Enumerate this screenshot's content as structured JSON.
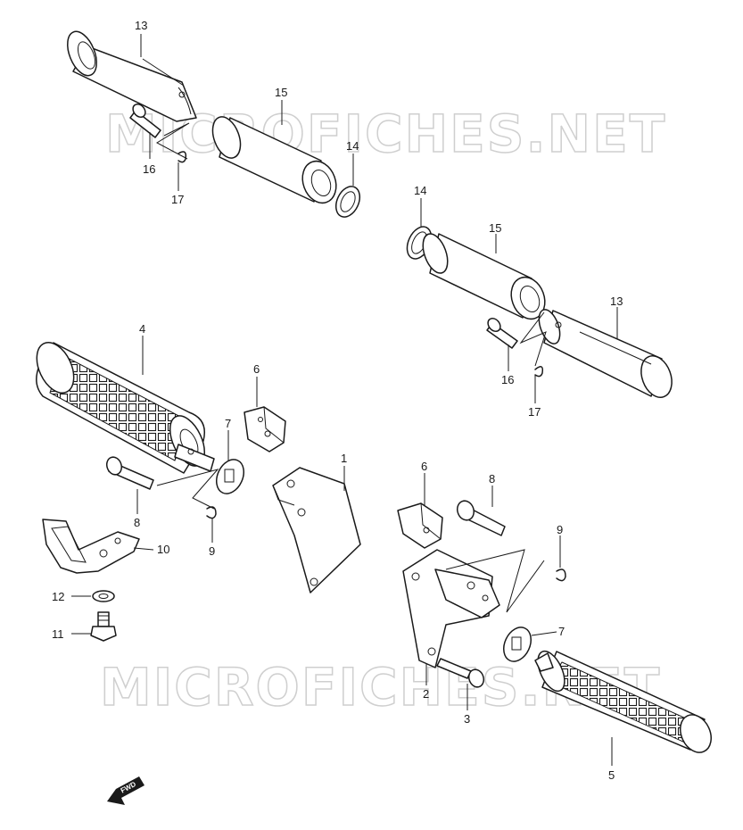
{
  "watermark": {
    "top": "MICROFICHES.NET",
    "bottom": "MICROFICHES.NET"
  },
  "labels": {
    "c1": "1",
    "c2": "2",
    "c3": "3",
    "c4": "4",
    "c5": "5",
    "c6a": "6",
    "c6b": "6",
    "c7a": "7",
    "c7b": "7",
    "c8a": "8",
    "c8b": "8",
    "c9a": "9",
    "c9b": "9",
    "c10": "10",
    "c11": "11",
    "c12": "12",
    "c13a": "13",
    "c13b": "13",
    "c14a": "14",
    "c14b": "14",
    "c15a": "15",
    "c15b": "15",
    "c16a": "16",
    "c16b": "16",
    "c17a": "17",
    "c17b": "17"
  },
  "fwd_label": "FWD"
}
